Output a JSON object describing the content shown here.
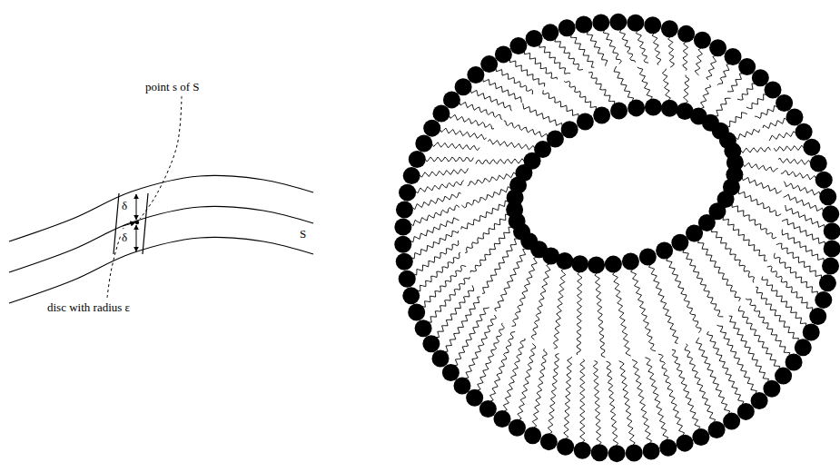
{
  "diagram": {
    "labels": [
      "point s of S",
      "δ",
      "δ",
      "S",
      "disc with radius ε"
    ]
  }
}
